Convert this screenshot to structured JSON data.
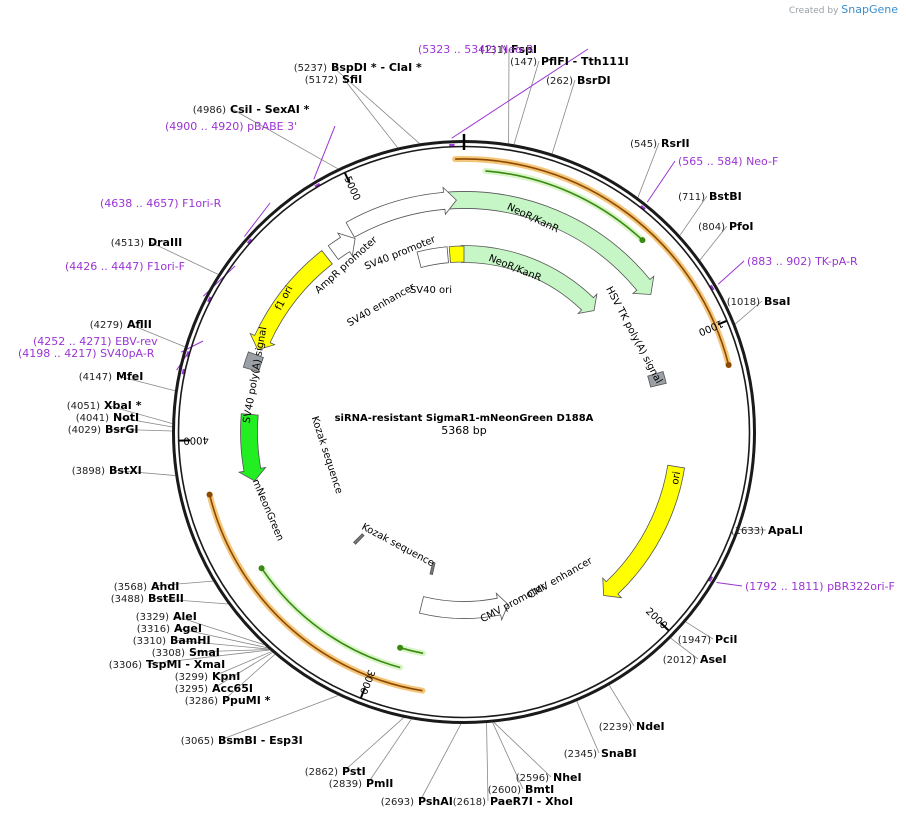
{
  "credit": {
    "prefix": "Created by",
    "brand": "SnapGene"
  },
  "plasmid": {
    "name": "siRNA-resistant SigmaR1-mNeonGreen D188A",
    "length_label": "5368 bp",
    "length": 5368
  },
  "ticks": [
    "1000",
    "2000",
    "3000",
    "4000",
    "5000"
  ],
  "sites": [
    {
      "pos": "(131)",
      "name": "FspI"
    },
    {
      "pos": "(147)",
      "name": "PflFI  - Tth111I"
    },
    {
      "pos": "(262)",
      "name": "BsrDI"
    },
    {
      "pos": "(545)",
      "name": "RsrII"
    },
    {
      "pos": "(711)",
      "name": "BstBI"
    },
    {
      "pos": "(804)",
      "name": "PfoI"
    },
    {
      "pos": "(1018)",
      "name": "BsaI"
    },
    {
      "pos": "(1633)",
      "name": "ApaLI"
    },
    {
      "pos": "(1947)",
      "name": "PciI"
    },
    {
      "pos": "(2012)",
      "name": "AseI"
    },
    {
      "pos": "(2239)",
      "name": "NdeI"
    },
    {
      "pos": "(2345)",
      "name": "SnaBI"
    },
    {
      "pos": "(2596)",
      "name": "NheI"
    },
    {
      "pos": "(2600)",
      "name": "BmtI"
    },
    {
      "pos": "(2618)",
      "name": "PaeR7I  - XhoI"
    },
    {
      "pos": "(2693)",
      "name": "PshAI"
    },
    {
      "pos": "(2839)",
      "name": "PmlI"
    },
    {
      "pos": "(2862)",
      "name": "PstI"
    },
    {
      "pos": "(3065)",
      "name": "BsmBI  - Esp3I"
    },
    {
      "pos": "(3286)",
      "name": "PpuMI *"
    },
    {
      "pos": "(3295)",
      "name": "Acc65I"
    },
    {
      "pos": "(3299)",
      "name": "KpnI"
    },
    {
      "pos": "(3306)",
      "name": "TspMI  - XmaI"
    },
    {
      "pos": "(3308)",
      "name": "SmaI"
    },
    {
      "pos": "(3310)",
      "name": "BamHI"
    },
    {
      "pos": "(3316)",
      "name": "AgeI"
    },
    {
      "pos": "(3329)",
      "name": "AleI"
    },
    {
      "pos": "(3488)",
      "name": "BstEII"
    },
    {
      "pos": "(3568)",
      "name": "AhdI"
    },
    {
      "pos": "(3898)",
      "name": "BstXI"
    },
    {
      "pos": "(4029)",
      "name": "BsrGI"
    },
    {
      "pos": "(4041)",
      "name": "NotI"
    },
    {
      "pos": "(4051)",
      "name": "XbaI *"
    },
    {
      "pos": "(4147)",
      "name": "MfeI"
    },
    {
      "pos": "(4279)",
      "name": "AflII"
    },
    {
      "pos": "(4513)",
      "name": "DraIII"
    },
    {
      "pos": "(4986)",
      "name": "CsiI  - SexAI *"
    },
    {
      "pos": "(5172)",
      "name": "SfiI"
    },
    {
      "pos": "(5237)",
      "name": "BspDI *  - ClaI *"
    }
  ],
  "primers": [
    {
      "range": "(5323 .. 5342)",
      "name": "Neo-R"
    },
    {
      "range": "(565 .. 584)",
      "name": "Neo-F"
    },
    {
      "range": "(883 .. 902)",
      "name": "TK-pA-R"
    },
    {
      "range": "(1792 .. 1811)",
      "name": "pBR322ori-F"
    },
    {
      "range": "(4900 .. 4920)",
      "name": "pBABE 3'"
    },
    {
      "range": "(4638 .. 4657)",
      "name": "F1ori-R"
    },
    {
      "range": "(4426 .. 4447)",
      "name": "F1ori-F"
    },
    {
      "range": "(4252 .. 4271)",
      "name": "EBV-rev"
    },
    {
      "range": "(4198 .. 4217)",
      "name": "SV40pA-R"
    }
  ],
  "features": [
    {
      "name": "NeoR/KanR",
      "color": "#c6f6c6"
    },
    {
      "name": "NeoR/KanR",
      "color": "#c6f6c6"
    },
    {
      "name": "HSV TK poly(A) signal",
      "color": "#9aa0a6"
    },
    {
      "name": "ori",
      "color": "#ffff00"
    },
    {
      "name": "CMV enhancer",
      "color": "#ffffff"
    },
    {
      "name": "CMV promoter",
      "color": "#ffffff"
    },
    {
      "name": "Kozak sequence",
      "color": "#777777"
    },
    {
      "name": "Kozak sequence",
      "color": "#777777"
    },
    {
      "name": "mNeonGreen",
      "color": "#22ee22"
    },
    {
      "name": "SV40 poly(A) signal",
      "color": "#9aa0a6"
    },
    {
      "name": "f1 ori",
      "color": "#ffff00"
    },
    {
      "name": "AmpR promoter",
      "color": "#ffffff"
    },
    {
      "name": "SV40 promoter",
      "color": "#ffffff"
    },
    {
      "name": "SV40 ori",
      "color": "#ffff00"
    },
    {
      "name": "SV40 enhancer",
      "color": "#ffffff"
    }
  ],
  "colors": {
    "primer": "#9b34d4",
    "orf_highlight": "#f5c57a",
    "orf_line": "#8a4a00",
    "green_orf": "#3a8a12",
    "backbone": "#1a1a1a"
  }
}
